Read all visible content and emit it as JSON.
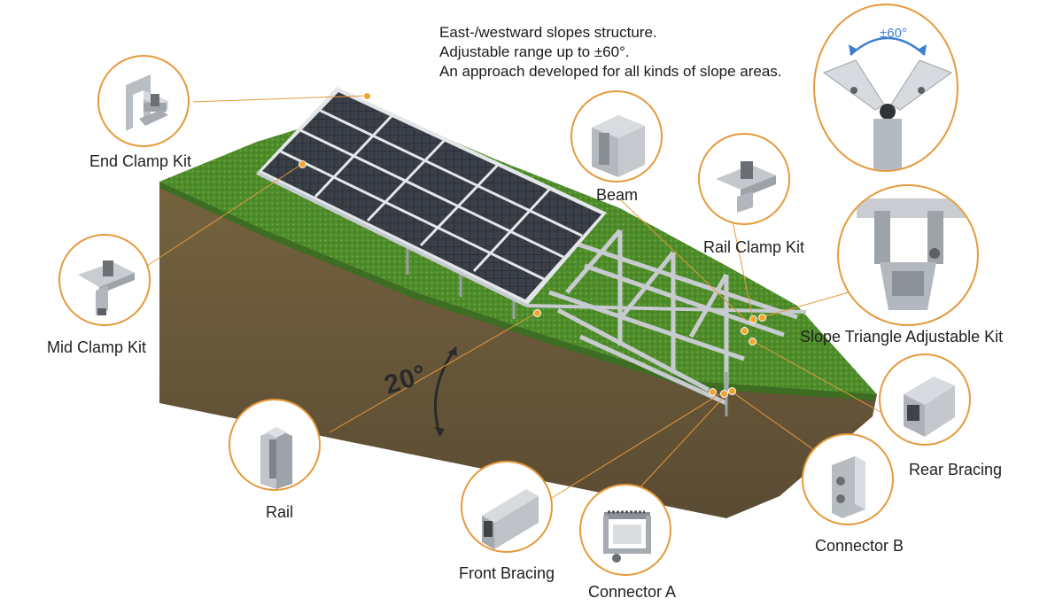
{
  "description": [
    "East-/westward slopes structure.",
    "Adjustable range up to ±60°.",
    "An approach developed for all kinds of slope areas."
  ],
  "slope_angle": "20°",
  "adjust_angle": "±60°",
  "components": {
    "end_clamp_kit": "End Clamp Kit",
    "mid_clamp_kit": "Mid Clamp Kit",
    "rail": "Rail",
    "front_bracing": "Front Bracing",
    "connector_a": "Connector A",
    "connector_b": "Connector B",
    "rear_bracing": "Rear Bracing",
    "slope_triangle_adjustable_kit": "Slope Triangle Adjustable Kit",
    "rail_clamp_kit": "Rail Clamp Kit",
    "beam": "Beam"
  },
  "colors": {
    "accent": "#e59a3c",
    "dot": "#f0a52e",
    "grass": "#4f8f2c",
    "soil": "#6b5a3e",
    "panel": "#2b2f36",
    "metal": "#b8bcc2",
    "arrow": "#3d7fd0"
  }
}
